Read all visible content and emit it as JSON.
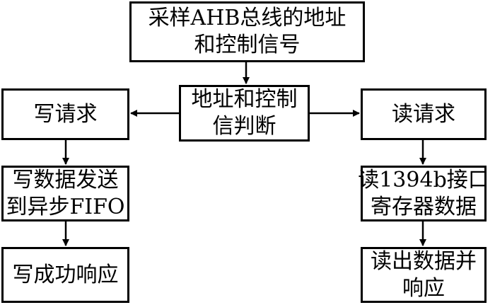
{
  "nodes": {
    "sample": {
      "line1": "采样AHB总线的地址",
      "line2": "和控制信号"
    },
    "judge": {
      "line1": "地址和控制",
      "line2": "信判断"
    },
    "write_req": {
      "label": "写请求"
    },
    "read_req": {
      "label": "读请求"
    },
    "write_send": {
      "line1": "写数据发送",
      "line2": "到异步FIFO"
    },
    "read_reg": {
      "line1": "读1394b接口",
      "line2": "寄存器数据"
    },
    "write_resp": {
      "label": "写成功响应"
    },
    "read_out": {
      "line1": "读出数据并",
      "line2": "响应"
    }
  },
  "edges": [
    {
      "from": "sample",
      "to": "judge"
    },
    {
      "from": "judge",
      "to": "write_req"
    },
    {
      "from": "judge",
      "to": "read_req"
    },
    {
      "from": "write_req",
      "to": "write_send"
    },
    {
      "from": "write_send",
      "to": "write_resp"
    },
    {
      "from": "read_req",
      "to": "read_reg"
    },
    {
      "from": "read_reg",
      "to": "read_out"
    }
  ]
}
